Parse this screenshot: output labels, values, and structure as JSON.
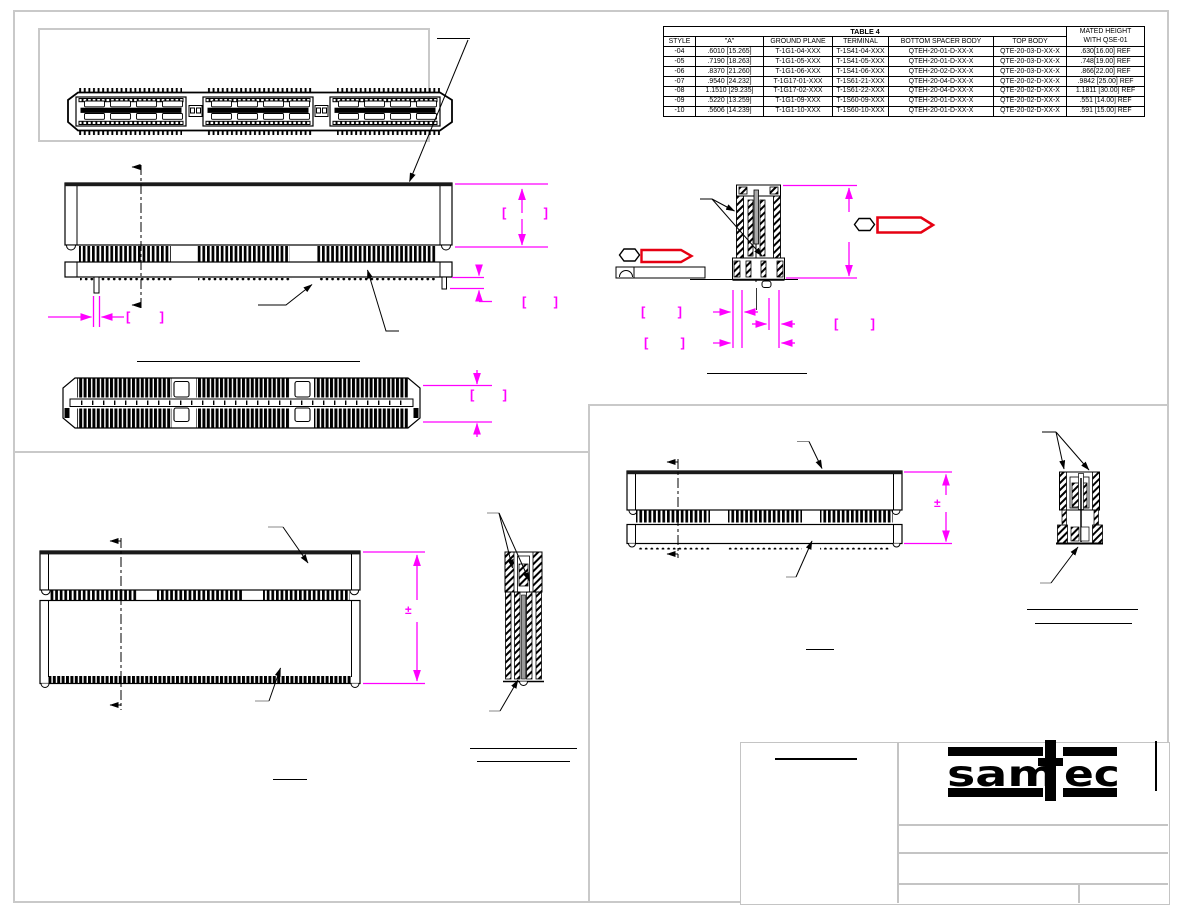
{
  "drawing": {
    "company": "samtec",
    "logo_left": "sam",
    "logo_right": "ec"
  },
  "table4": {
    "title": "TABLE 4",
    "mated_header_line1": "MATED HEIGHT",
    "mated_header_line2": "WITH QSE-01",
    "columns": [
      "STYLE",
      "\"A\"",
      "GROUND PLANE",
      "TERMINAL",
      "BOTTOM SPACER BODY",
      "TOP BODY"
    ],
    "rows": [
      [
        "-04",
        ".6010 [15.265]",
        "T-1G1-04-XXX",
        "T-1S41-04-XXX",
        "QTEH-20-01-D-XX-X",
        "QTE-20-03-D-XX-X",
        ".630[16.00] REF"
      ],
      [
        "-05",
        ".7190 [18.263]",
        "T-1G1-05-XXX",
        "T-1S41-05-XXX",
        "QTEH-20-01-D-XX-X",
        "QTE-20-03-D-XX-X",
        ".748[19.00] REF"
      ],
      [
        "-06",
        ".8370 [21.260]",
        "T-1G1-06-XXX",
        "T-1S41-06-XXX",
        "QTEH-20-02-D-XX-X",
        "QTE-20-03-D-XX-X",
        ".866[22.00] REF"
      ],
      [
        "-07",
        ".9540 [24.232]",
        "T-1G17-01-XXX",
        "T-1S61-21-XXX",
        "QTEH-20-04-D-XX-X",
        "QTE-20-02-D-XX-X",
        ".9842 [25.00] REF"
      ],
      [
        "-08",
        "1.1510 [29.235]",
        "T-1G17-02-XXX",
        "T-1S61-22-XXX",
        "QTEH-20-04-D-XX-X",
        "QTE-20-02-D-XX-X",
        "1.1811 [30.00] REF"
      ],
      [
        "-09",
        ".5220 [13.259]",
        "T-1G1-09-XXX",
        "T-1S60-09-XXX",
        "QTEH-20-01-D-XX-X",
        "QTE-20-02-D-XX-X",
        ".551 [14.00] REF"
      ],
      [
        "-10",
        ".5606 [14.239]",
        "T-1G1-10-XXX",
        "T-1S60-10-XXX",
        "QTEH-20-01-D-XX-X",
        "QTE-20-02-D-XX-X",
        ".591 [15.00] REF"
      ]
    ]
  },
  "dim": {
    "open": "[",
    "close": "]",
    "pm": "±"
  },
  "colors": {
    "dimension": "#ff00ff",
    "flag_red": "#e60012",
    "frame_gray": "#c9c9c9",
    "line": "#000000"
  }
}
